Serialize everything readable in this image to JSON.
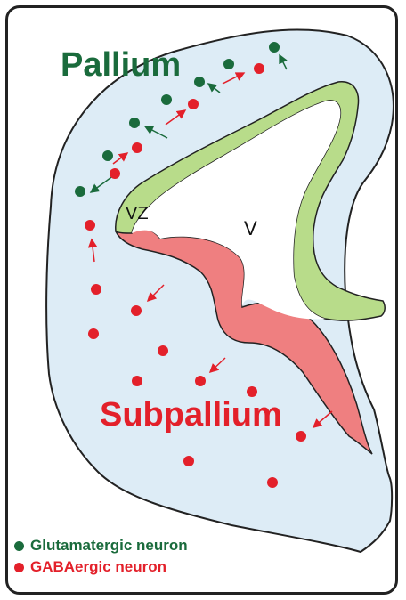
{
  "labels": {
    "pallium": "Pallium",
    "subpallium": "Subpallium",
    "vz": "VZ",
    "ventricle": "V"
  },
  "legend": [
    {
      "label": "Glutamatergic neuron",
      "color": "#1a6b3c"
    },
    {
      "label": "GABAergic neuron",
      "color": "#e3202a"
    }
  ],
  "colors": {
    "tissue": "#ddecf6",
    "vz_pallium": "#b8dc8a",
    "vz_subpallium": "#ef7f80",
    "glutamatergic": "#1a6b3c",
    "gabaergic": "#e3202a",
    "outline": "#222222",
    "pallium_text": "#1a6b3c",
    "subpallium_text": "#e3202a"
  }
}
